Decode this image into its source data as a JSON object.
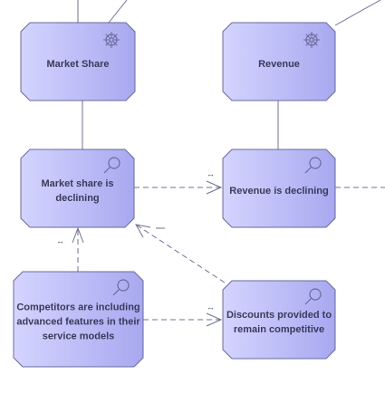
{
  "diagram": {
    "colors": {
      "fill_light": "#d4d4ff",
      "fill_dark": "#a8a8f0",
      "stroke": "#6a6a9a",
      "edge": "#707095"
    },
    "nodes": [
      {
        "id": "market-share",
        "label_lines": [
          "Market Share"
        ],
        "icon": "driver-wheel-icon"
      },
      {
        "id": "revenue",
        "label_lines": [
          "Revenue"
        ],
        "icon": "driver-wheel-icon"
      },
      {
        "id": "market-share-declining",
        "label_lines": [
          "Market share is",
          "declining"
        ],
        "icon": "assessment-icon"
      },
      {
        "id": "revenue-declining",
        "label_lines": [
          "Revenue is declining"
        ],
        "icon": "assessment-icon"
      },
      {
        "id": "competitors",
        "label_lines": [
          "Competitors are including",
          "advanced features in their",
          "service models"
        ],
        "icon": "assessment-icon"
      },
      {
        "id": "discounts",
        "label_lines": [
          "Discounts provided to",
          "remain competitive"
        ],
        "icon": "assessment-icon"
      }
    ],
    "multiplicity_marker": "↔"
  }
}
